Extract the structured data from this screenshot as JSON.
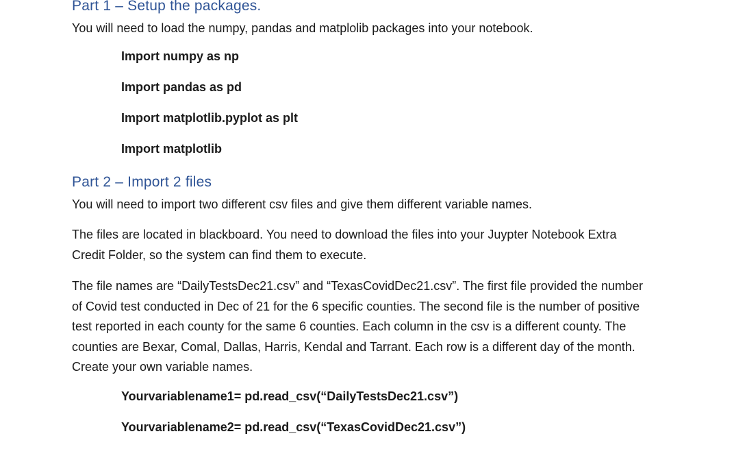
{
  "part1": {
    "heading": "Part 1 – Setup the packages.",
    "intro": "You will need to load the numpy, pandas and matplolib packages into your notebook.",
    "imports": [
      "Import numpy as np",
      "Import pandas as pd",
      "Import matplotlib.pyplot as plt",
      "Import matplotlib"
    ]
  },
  "part2": {
    "heading": "Part 2 – Import 2 files",
    "intro": "You will need to import two different csv files and give them different variable names.",
    "location_lines": [
      "The files are located in blackboard. You need to download the files into your Juypter Notebook Extra",
      "Credit Folder, so the system can find them to execute."
    ],
    "description_lines": [
      "The file names are “DailyTestsDec21.csv” and “TexasCovidDec21.csv”. The first file provided the number",
      "of Covid test conducted in Dec of 21 for the 6 specific counties.  The second file is the number of positive",
      "test reported in each county for the same 6 counties.  Each column in the csv is a different county.  The",
      "counties are Bexar, Comal, Dallas, Harris, Kendal and Tarrant. Each row is a different day of the month.",
      "Create your own variable names."
    ],
    "code": [
      "Yourvariablename1= pd.read_csv(“DailyTestsDec21.csv”)",
      "Yourvariablename2= pd.read_csv(“TexasCovidDec21.csv”)"
    ]
  }
}
